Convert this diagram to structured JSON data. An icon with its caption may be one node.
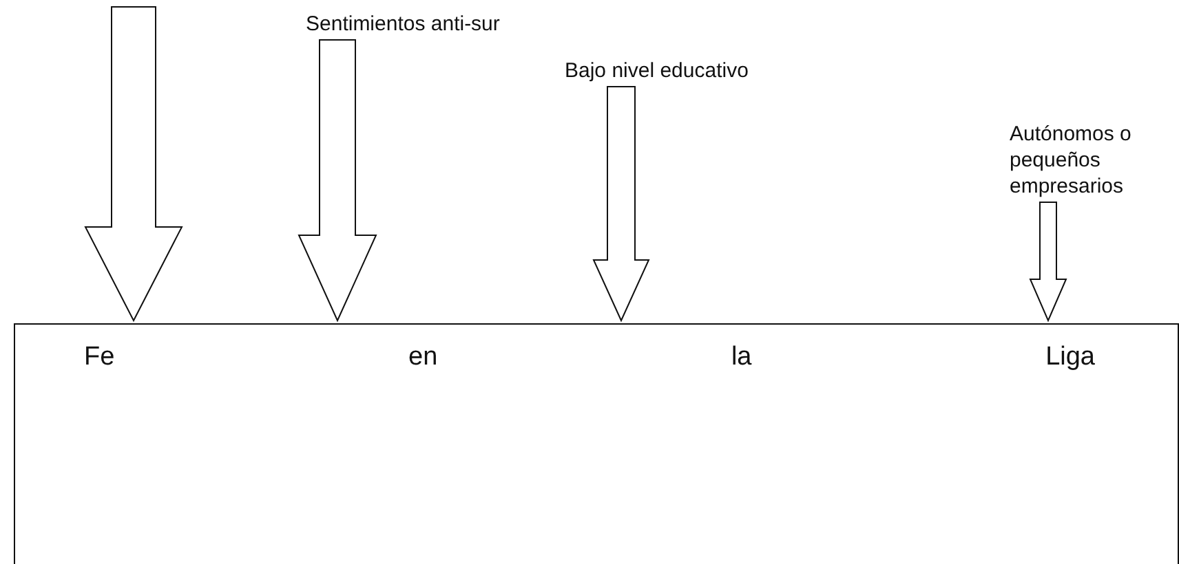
{
  "diagram": {
    "nodes": [
      {
        "text": [
          "Sentimientos anti-sur"
        ]
      },
      {
        "text": [
          "Bajo nivel educativo"
        ]
      },
      {
        "text": [
          "Autónomos o pequeños empresarios"
        ]
      },
      {
        "text": [
          "Fe en la Liga"
        ]
      }
    ],
    "edges": [
      {
        "from": null,
        "to": 3,
        "arrow": "to"
      },
      {
        "from": 0,
        "to": 3,
        "arrow": "to"
      },
      {
        "from": 1,
        "to": 3,
        "arrow": "to"
      },
      {
        "from": 2,
        "to": 3,
        "arrow": "to"
      }
    ]
  }
}
